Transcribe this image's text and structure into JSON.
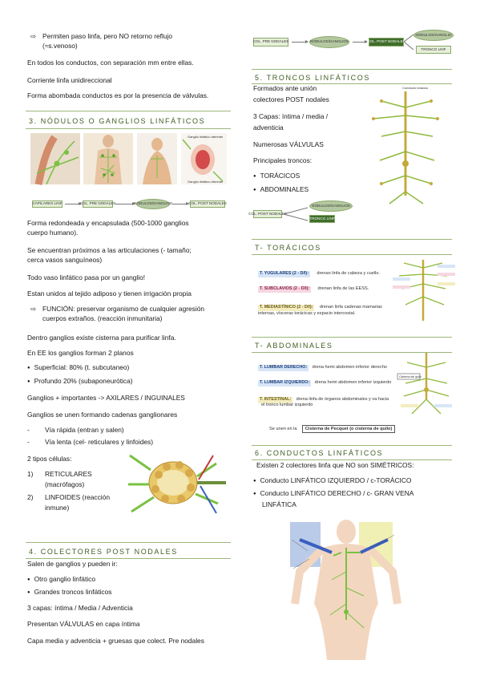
{
  "left": {
    "intro": {
      "arrow_line_1": "Permiten paso linfa, pero NO retorno reflujo",
      "arrow_line_2": "(≈s.venoso)",
      "p1": "En todos los conductos, con separación mm entre ellas.",
      "p2": "Corriente linfa unidireccional",
      "p3": "Forma abombada conductos es por la presencia de válvulas."
    },
    "section3": {
      "title": "3.  NÓDULOS O GANGLIOS LINFÁTICOS",
      "figure_labels": [
        "Ganglio linfático aferente",
        "Ganglio linfático eferente"
      ],
      "flow": [
        "CAPILARES LINF",
        "COL. PRE NODALES",
        "NÓDULOS/GANGLIOS",
        "COL. POST NODALES"
      ],
      "p1a": "Forma redondeada y encapsulada (500-1000 ganglios",
      "p1b": "cuerpo humano).",
      "p2a": "Se encuentran próximos a las articulaciones (- tamaño;",
      "p2b": "cerca vasos sanguíneos)",
      "p3": "Todo vaso linfático pasa por un ganglio!",
      "p4": "Estan unidos al tejido adiposo y tienen irrigación propia",
      "function_a": "FUNCIÓN: preservar organismo de cualquier agresión",
      "function_b": "cuerpos extraños. (reacción inmunitaria)",
      "p5": "Dentro ganglios existe cisterna para purificar linfa.",
      "p6": "En EE los ganglios forman 2 planos",
      "bullets": [
        "Superficial: 80% (t. subcutaneo)",
        "Profundo 20% (subaponeurótica)"
      ],
      "p7": "Ganglios + importantes -> AXILARES / INGUINALES",
      "p8": "Ganglios se unen formando cadenas ganglionares",
      "dashes": [
        "Vía rápida (entran y salen)",
        "Vía lenta (cel- reticulares y linfoides)"
      ],
      "cells_title": "2 tipos células:",
      "cells": [
        {
          "num": "1)",
          "line1": "RETICULARES",
          "line2": "(macrófagos)"
        },
        {
          "num": "2)",
          "line1": "LINFOIDES (reacción",
          "line2": "inmune)"
        }
      ]
    },
    "section4": {
      "title": "4.  COLECTORES POST NODALES",
      "p1": "Salen de ganglios y pueden ir:",
      "bullets": [
        "Otro ganglio linfático",
        "Grandes troncos linfáticos"
      ],
      "p2": "3 capas: íntima / Media / Adventicia",
      "p3": "Presentan VÁLVULAS en capa íntima",
      "p4": "Capa media y adventicia + gruesas que colect. Pre nodales"
    }
  },
  "right": {
    "top_flow": [
      "COL. PRE NODALES",
      "NÓDULOS/GANGLIOS",
      "COL. POST NODALES",
      "NÓDULOS/GANGLIO",
      "TRONCO LINF"
    ],
    "section5": {
      "title": "5.  TRONCOS LINFÁTICOS",
      "p1a": "Formados ante unión",
      "p1b": "colectores POST nodales",
      "p2a": "3 Capas: íntima / media /",
      "p2b": "adventicia",
      "p3": "Numerosas VÁLVULAS",
      "p4": "Principales troncos:",
      "bullets": [
        "TORÁCICOS",
        "ABDOMINALES"
      ],
      "flow": [
        "COL. POST NODALES",
        "NÓDULOS/GANGLIOS",
        "TRONCO LINF"
      ],
      "fig_title": "Conducto torácico"
    },
    "toracicos": {
      "title": "T- TORÁCICOS",
      "rows": [
        {
          "tag": "T. YUGULARES (2 - D/I):",
          "text": "drenan linfa de cabeza y cuello."
        },
        {
          "tag": "T. SUBCLAVIOS (2 - D/I):",
          "text": "drenan linfa de las EESS."
        },
        {
          "tag": "T. MEDIASTÍNICO (2 - D/I):",
          "text": "drenan linfa cadenas mamarias",
          "text2": "internas, vísceras torácicas y espacio intercostal."
        }
      ]
    },
    "abdominales": {
      "title": "T- ABDOMINALES",
      "rows": [
        {
          "tag": "T. LUMBAR DERECHO:",
          "text": "drena hemi abdomen inferior derecho"
        },
        {
          "tag": "T. LUMBAR IZQUIERDO:",
          "text": "drena hemi abdomen inferior izquierdo"
        },
        {
          "tag": "T. INTESTINAL:",
          "text": "drena linfa de órganos abdominales y va hacia",
          "text2": "el tronco lumbar izquierdo"
        }
      ],
      "cistern_label": "Se unen en la",
      "cistern_box": "Cisterna de Pecquet (o cisterna de quilo)",
      "fig_box": "Cisterna del quilo"
    },
    "section6": {
      "title": "6.  CONDUCTOS LINFÁTICOS",
      "p1": "Existen 2 colectores linfa que NO son SIMÉTRICOS:",
      "b1": "Conducto LINFÁTICO IZQUIERDO / c-TORÁCICO",
      "b2a": "Conducto LINFÁTICO DERECHO / c- GRAN VENA",
      "b2b": "LINFÁTICA"
    }
  },
  "colors": {
    "accent": "#3f5d22",
    "rule": "#9bb77a",
    "lymph": "#7ac142",
    "vein": "#3a5fbf"
  }
}
